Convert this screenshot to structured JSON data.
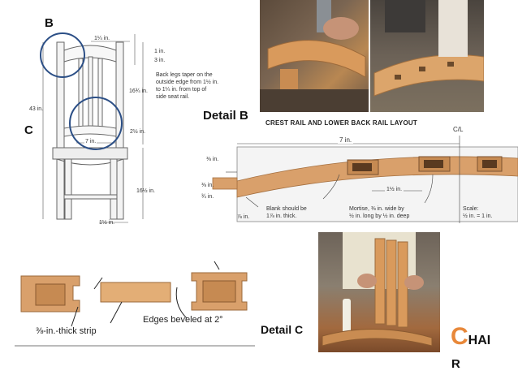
{
  "labels": {
    "b": "B",
    "c": "C",
    "detail_b": "Detail B",
    "detail_c": "Detail C",
    "chair_big_c": "C",
    "chair_hai": "HAI",
    "chair_r": "R"
  },
  "chair_drawing": {
    "dims": {
      "top_width": "1¼ in.",
      "one_in": "1 in.",
      "three_in": "3 in.",
      "note": [
        "Back legs taper on the",
        "outside edge from 1½ in.",
        "to 1¼ in. from top of",
        "side seat rail."
      ],
      "height_16": "16¾ in.",
      "total_height": "43 in.",
      "two_in": "2½ in.",
      "seven_in": "7 in.",
      "seat_height": "16½ in.",
      "leg_width": "1½ in."
    }
  },
  "layout_diagram": {
    "title": "CREST RAIL AND LOWER BACK RAIL LAYOUT",
    "cl": "C/L",
    "seven_in": "7 in.",
    "three_eighths": "⅜ in.",
    "side_a": "⅜ in.",
    "side_b": "¾ in.",
    "bottom_left": "⅞ in.",
    "one_half": "1½ in.",
    "blank_note": [
      "Blank should be",
      "1⅞ in. thick."
    ],
    "mortise_note": [
      "Mortise, ⅜ in. wide by",
      "½ in. long by ½ in. deep"
    ],
    "scale_note": [
      "Scale:",
      "½ in. = 1 in."
    ]
  },
  "strip_diagram": {
    "strip_label": "⅜-in.-thick strip",
    "edges_label": "Edges beveled at 2°"
  },
  "colors": {
    "wood": "#d9a06b",
    "wood_dark": "#b87a44",
    "circle": "#2c4f86",
    "chair_letter": "#e8883a"
  }
}
